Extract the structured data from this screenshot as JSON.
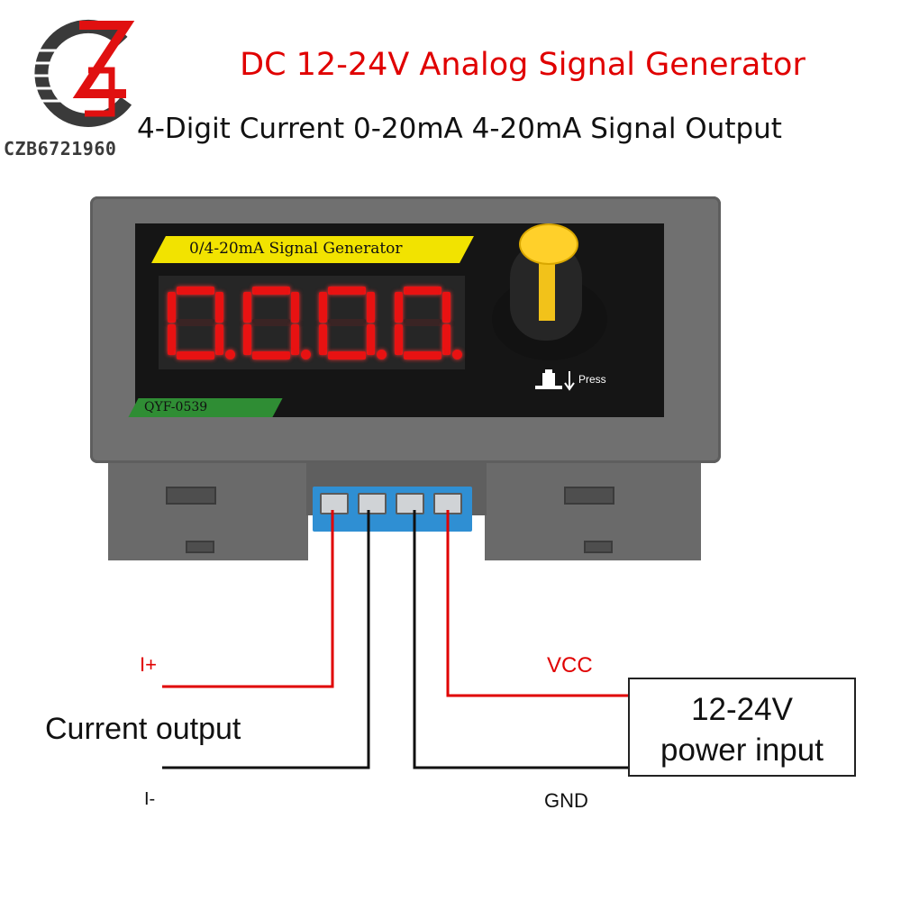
{
  "header": {
    "title": "DC 12-24V Analog Signal Generator",
    "subtitle": "4-Digit Current  0-20mA 4-20mA Signal Output"
  },
  "brand": {
    "text": "CZB6721960",
    "colors": {
      "ring": "#3a3a3a",
      "accent": "#e01010"
    }
  },
  "device": {
    "panel_label": "0/4-20mA Signal Generator",
    "model_label": "QYF-0539",
    "display": {
      "digits": [
        "0.",
        "0.",
        "0.",
        "0."
      ],
      "color": "#e81212"
    },
    "knob": {
      "cap_color": "#ffd02a"
    },
    "press_label": "Press",
    "terminal_color": "#2f8fd3"
  },
  "wiring": {
    "i_plus": "I+",
    "i_minus": "I-",
    "current_output": "Current output",
    "vcc": "VCC",
    "gnd": "GND",
    "power_box": {
      "line1": "12-24V",
      "line2": "power input"
    },
    "colors": {
      "positive": "#e00000",
      "negative": "#111111"
    }
  }
}
